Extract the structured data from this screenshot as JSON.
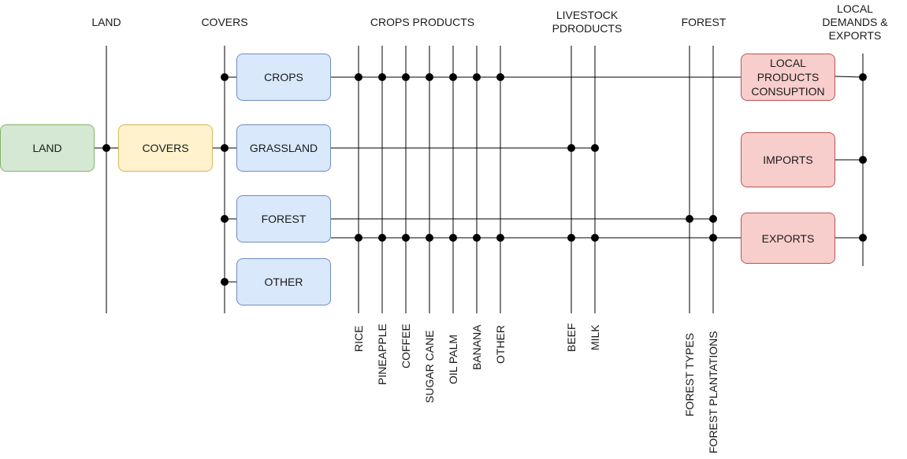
{
  "headers": {
    "land": "LAND",
    "covers": "COVERS",
    "crops_products": "CROPS PRODUCTS",
    "livestock_products": "LIVESTOCK\nPDRODUCTS",
    "forest": "FOREST",
    "local_demands": "LOCAL\nDEMANDS &\nEXPORTS"
  },
  "boxes": {
    "land": "LAND",
    "covers": "COVERS",
    "crops": "CROPS",
    "grassland": "GRASSLAND",
    "forest": "FOREST",
    "other": "OTHER",
    "local_products": "LOCAL\nPRODUCTS\nCONSUPTION",
    "imports": "IMPORTS",
    "exports": "EXPORTS"
  },
  "crop_labels": [
    "RICE",
    "PINEAPPLE",
    "COFFEE",
    "SUGAR CANE",
    "OIL PALM",
    "BANANA",
    "OTHER"
  ],
  "livestock_labels": [
    "BEEF",
    "MILK"
  ],
  "forest_labels": [
    "FOREST TYPES",
    "FOREST PLANTATIONS"
  ],
  "colors": {
    "green_fill": "#d5e8d4",
    "green_stroke": "#82b366",
    "yellow_fill": "#fff2cc",
    "yellow_stroke": "#d6b656",
    "blue_fill": "#dae8fc",
    "blue_stroke": "#6c8ebf",
    "red_fill": "#f8cecc",
    "red_stroke": "#b85450",
    "line": "#000000"
  }
}
